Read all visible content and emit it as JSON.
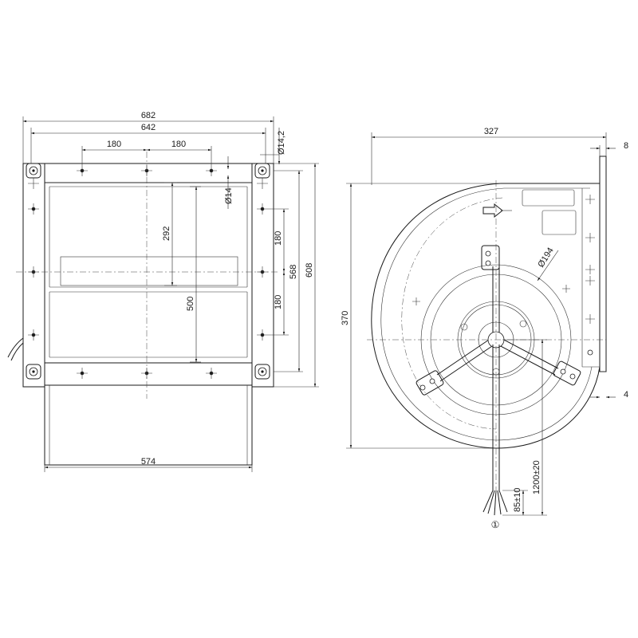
{
  "front_view": {
    "dim_682": "682",
    "dim_642": "642",
    "dim_180_left": "180",
    "dim_180_right": "180",
    "dim_d14_2": "Ø14,2",
    "dim_d14": "Ø14",
    "dim_292": "292",
    "dim_500": "500",
    "dim_180_upper": "180",
    "dim_180_lower": "180",
    "dim_568": "568",
    "dim_608": "608",
    "dim_574": "574"
  },
  "side_view": {
    "dim_327": "327",
    "dim_8": "8",
    "dim_370": "370",
    "dim_d194": "Ø194",
    "dim_4": "4",
    "dim_cable": "1200±20",
    "dim_strip": "85±10",
    "callout": "①"
  }
}
